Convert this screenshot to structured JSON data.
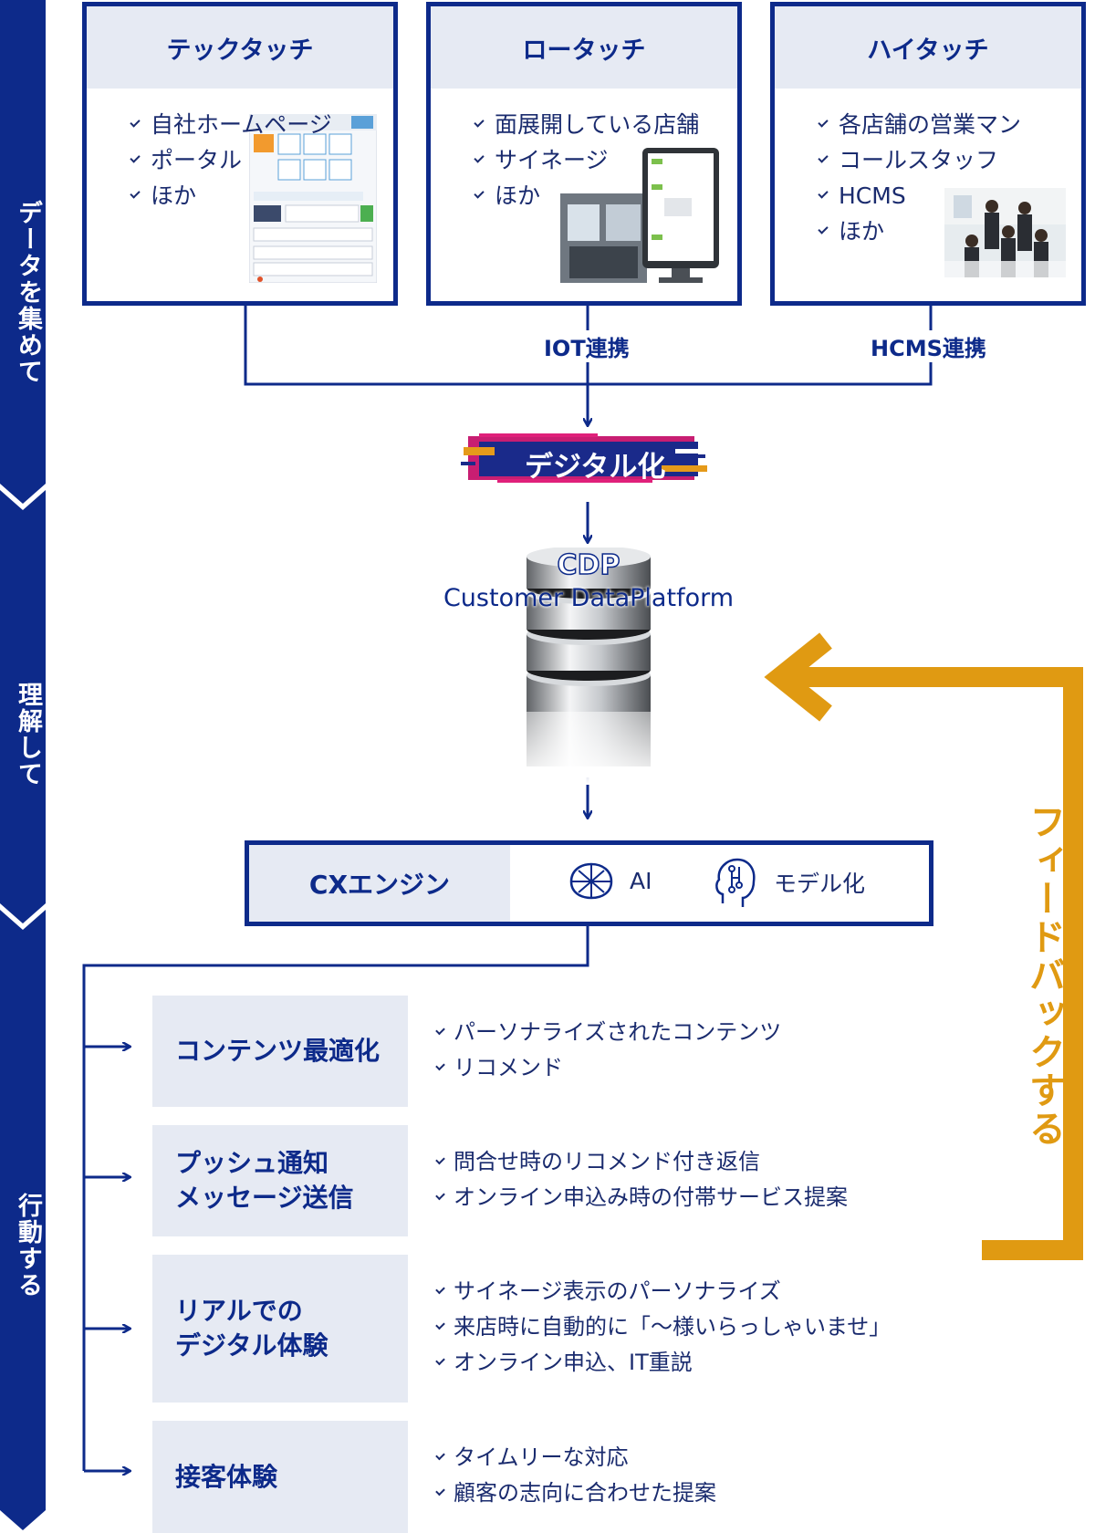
{
  "phases": [
    "データを集めて",
    "理解して",
    "行動する"
  ],
  "sources": [
    {
      "title": "テックタッチ",
      "items": [
        "自社ホームページ",
        "ポータル",
        "ほか"
      ]
    },
    {
      "title": "ロータッチ",
      "items": [
        "面展開している店舗",
        "サイネージ",
        "ほか"
      ]
    },
    {
      "title": "ハイタッチ",
      "items": [
        "各店舗の営業マン",
        "コールスタッフ",
        "HCMS",
        "ほか"
      ]
    }
  ],
  "connectors": {
    "iot": "IOT連携",
    "hcms": "HCMS連携"
  },
  "digital": "デジタル化",
  "cdp": {
    "title": "CDP",
    "subtitle": "Customer DataPlatform"
  },
  "cx": {
    "title": "CXエンジン",
    "ai": "AI",
    "model": "モデル化"
  },
  "actions": [
    {
      "title": "コンテンツ最適化",
      "items": [
        "パーソナライズされたコンテンツ",
        "リコメンド"
      ]
    },
    {
      "title": "プッシュ通知\nメッセージ送信",
      "items": [
        "問合せ時のリコメンド付き返信",
        "オンライン申込み時の付帯サービス提案"
      ]
    },
    {
      "title": "リアルでの\nデジタル体験",
      "items": [
        "サイネージ表示のパーソナライズ",
        "来店時に自動的に「〜様いらっしゃいませ」",
        "オンライン申込、IT重説"
      ]
    },
    {
      "title": "接客体験",
      "items": [
        "タイムリーな対応",
        "顧客の志向に合わせた提案"
      ]
    }
  ],
  "feedback": "フィードバックする",
  "colors": {
    "navy": "#0d2a8a",
    "panel": "#e6eaf3",
    "feedback": "#e09a12",
    "magenta": "#e0207a"
  }
}
